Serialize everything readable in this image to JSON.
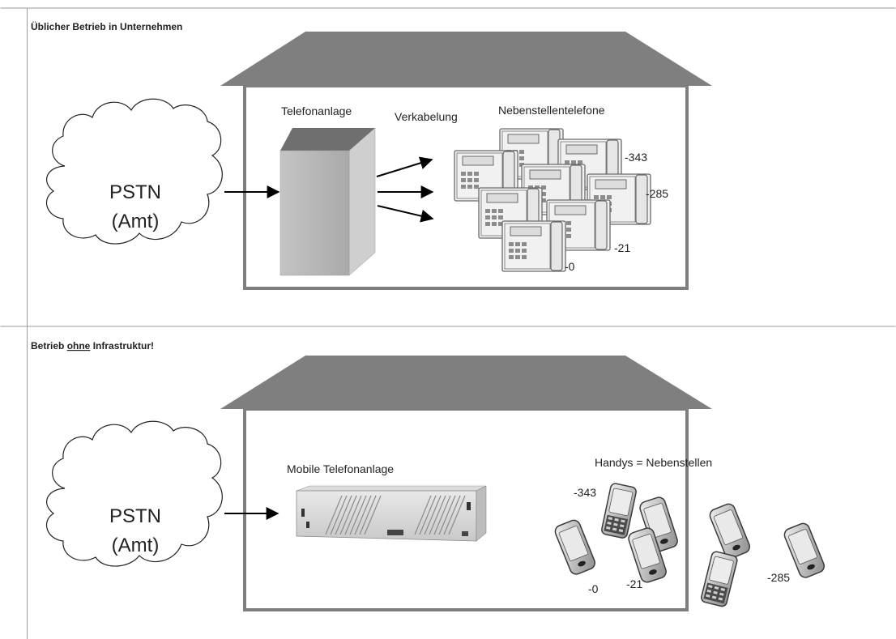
{
  "panel_top": {
    "heading": "Üblicher Betrieb in Unternehmen",
    "cloud_line1": "PSTN",
    "cloud_line2": "(Amt)",
    "pbx_label": "Telefonanlage",
    "cabling_label": "Verkabelung",
    "extensions_label": "Nebenstellentelefone",
    "ext_343": "-343",
    "ext_285": "-285",
    "ext_21": "-21",
    "ext_0": "-0"
  },
  "panel_bottom": {
    "heading_prefix": "Betrieb ",
    "heading_emphasis": "ohne",
    "heading_suffix": " Infrastruktur!",
    "cloud_line1": "PSTN",
    "cloud_line2": "(Amt)",
    "pbx_label": "Mobile Telefonanlage",
    "handsets_label": "Handys  = Nebenstellen",
    "ext_343": "-343",
    "ext_0": "-0",
    "ext_21": "-21",
    "ext_285": "-285"
  },
  "colors": {
    "roof": "#7f7f7f",
    "wall": "#7f7f7f",
    "pbx_front": "#b4b4b4",
    "pbx_side": "#cfcfcf",
    "pbx_top": "#6f6f6f"
  },
  "icons": [
    "cloud-icon",
    "desk-phone-icon",
    "server-tower-icon",
    "rack-device-icon",
    "mobile-phone-icon",
    "arrow-icon"
  ]
}
